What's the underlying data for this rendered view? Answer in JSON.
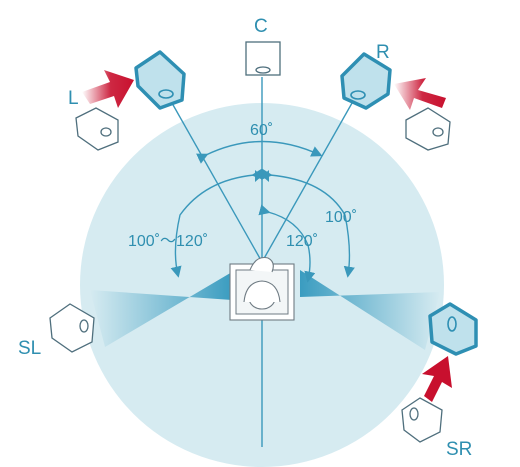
{
  "labels": {
    "center": "C",
    "left": "L",
    "right": "R",
    "surround_left": "SL",
    "surround_right": "SR"
  },
  "angles": {
    "front": "60˚",
    "left_range": "100˚～120˚",
    "right_120": "120˚",
    "right_100": "100˚"
  },
  "colors": {
    "room_circle": "#d6ebf1",
    "line": "#3a98bb",
    "speaker_active": "#2e8fb3",
    "arrow": "#c8102e"
  }
}
